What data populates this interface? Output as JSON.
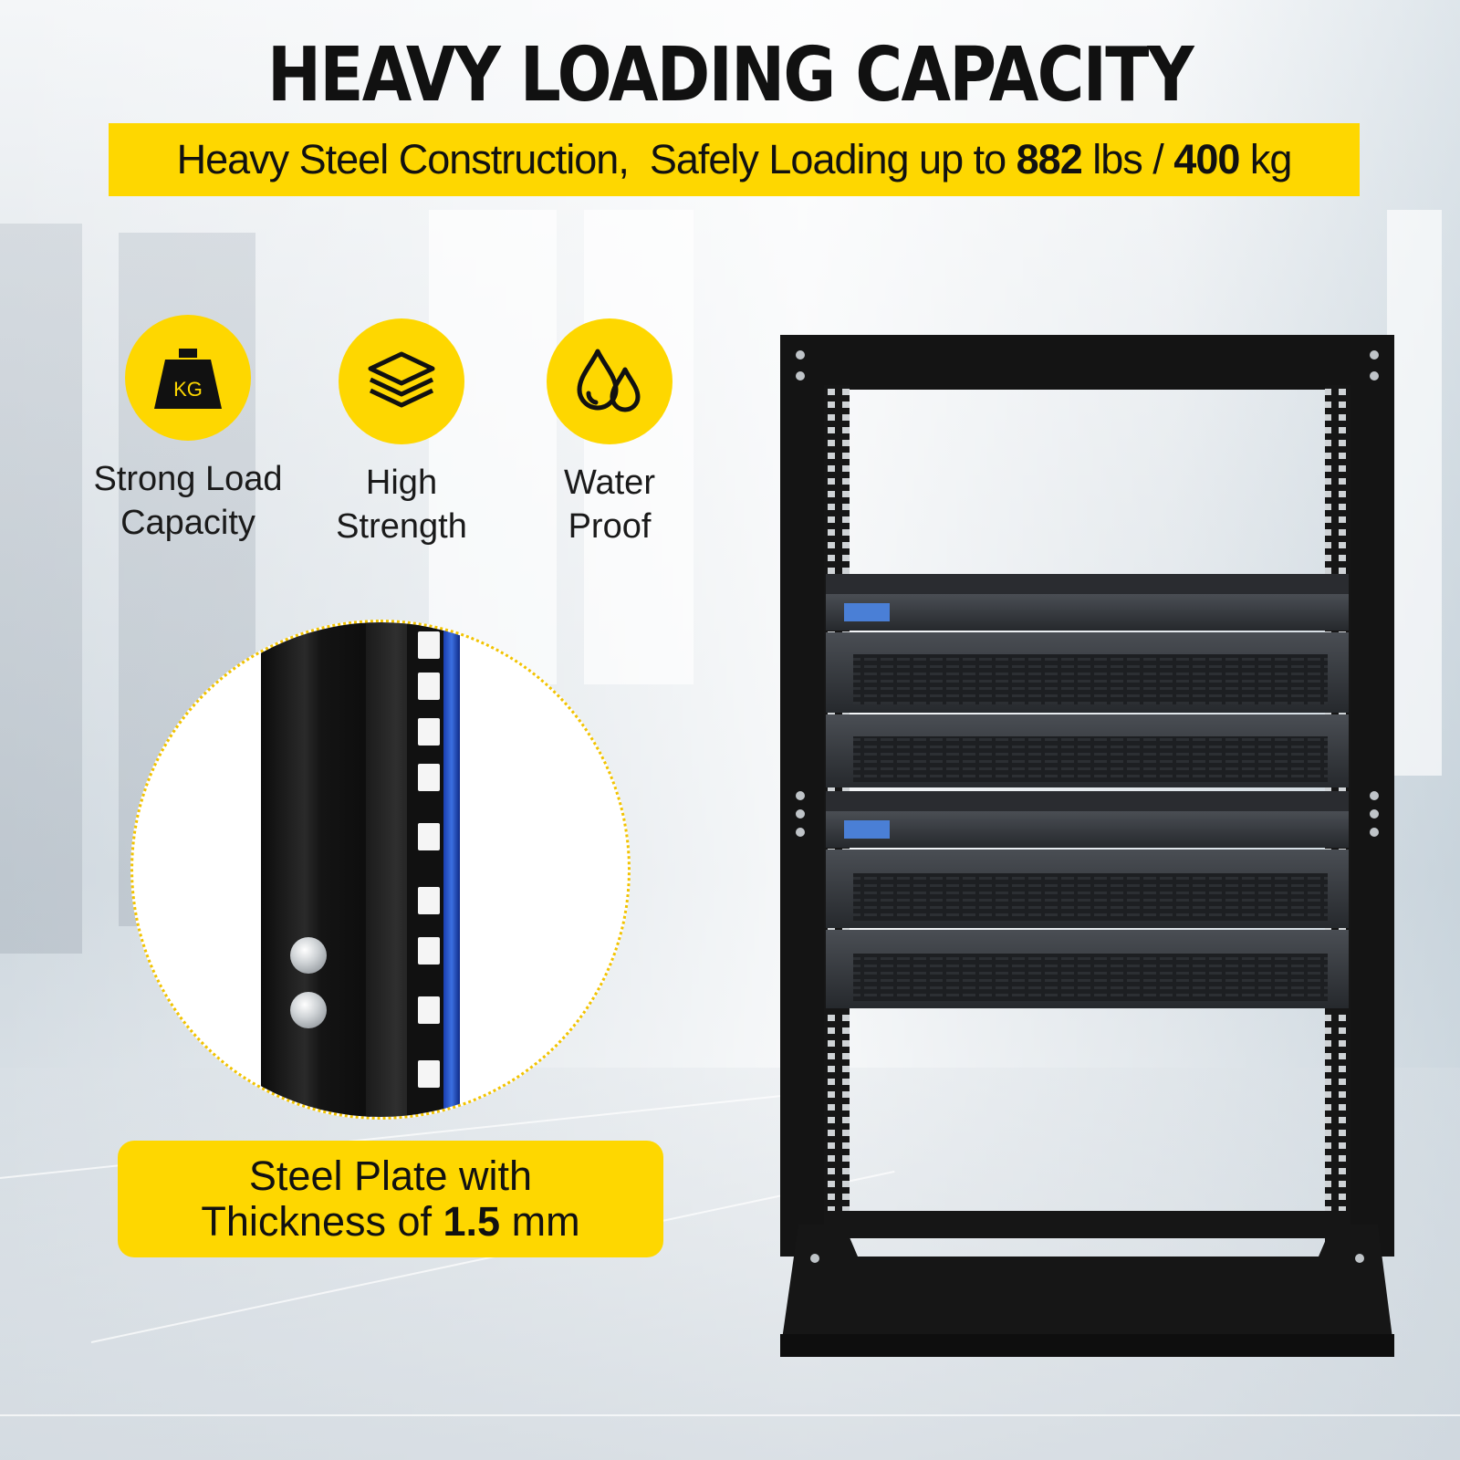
{
  "headline": "HEAVY LOADING CAPACITY",
  "banner": {
    "prefix": "Heavy Steel Construction,  Safely Loading up to ",
    "lbs_value": "882",
    "lbs_unit": " lbs / ",
    "kg_value": "400",
    "kg_unit": " kg"
  },
  "features": [
    {
      "icon": "weight-icon",
      "icon_text": "KG",
      "line1": "Strong Load",
      "line2": "Capacity"
    },
    {
      "icon": "layers-icon",
      "line1": "High",
      "line2": "Strength"
    },
    {
      "icon": "water-drops-icon",
      "line1": "Water",
      "line2": "Proof"
    }
  ],
  "plate": {
    "line1": "Steel Plate with",
    "line2_prefix": "Thickness of ",
    "thickness_value": "1.5",
    "thickness_unit": " mm"
  },
  "colors": {
    "accent": "#fed700",
    "text": "#111111",
    "rack": "#141414"
  }
}
